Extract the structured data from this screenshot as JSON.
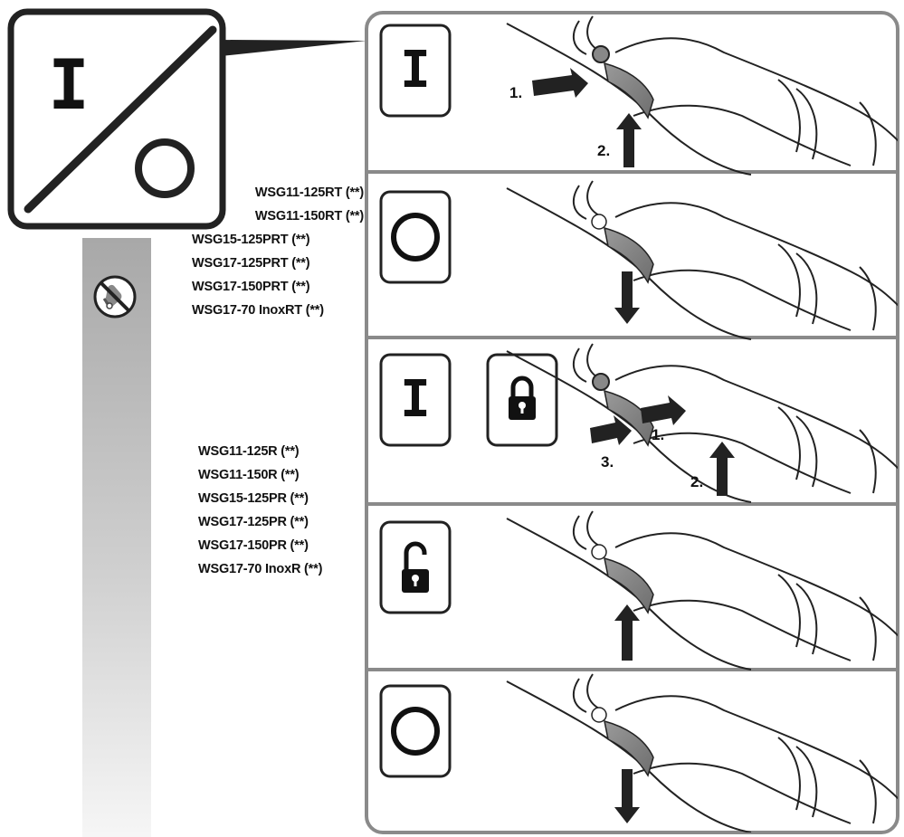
{
  "switch_icon": {
    "on_symbol": "I",
    "off_symbol": "O",
    "icon": "on-off-switch-icon"
  },
  "warning_icon": "no-contact-warning-icon",
  "models_rt": [
    "WSG11-125RT (**)",
    "WSG11-150RT (**)",
    "WSG15-125PRT (**)",
    "WSG17-125PRT (**)",
    "WSG17-150PRT (**)",
    "WSG17-70 InoxRT (**)"
  ],
  "models_r": [
    "WSG11-125R (**)",
    "WSG11-150R (**)",
    "WSG15-125PR (**)",
    "WSG17-125PR (**)",
    "WSG17-150PR (**)",
    "WSG17-70 InoxR (**)"
  ],
  "steps": [
    {
      "symbol": "I",
      "icon": "on-symbol-icon",
      "labels": [
        "1.",
        "2."
      ]
    },
    {
      "symbol": "O",
      "icon": "off-symbol-icon",
      "labels": []
    },
    {
      "symbol": "I",
      "icon": "lock-closed-icon",
      "labels": [
        "1.",
        "2.",
        "3."
      ]
    },
    {
      "symbol": "",
      "icon": "lock-open-icon",
      "labels": []
    },
    {
      "symbol": "O",
      "icon": "off-symbol-icon",
      "labels": []
    }
  ]
}
